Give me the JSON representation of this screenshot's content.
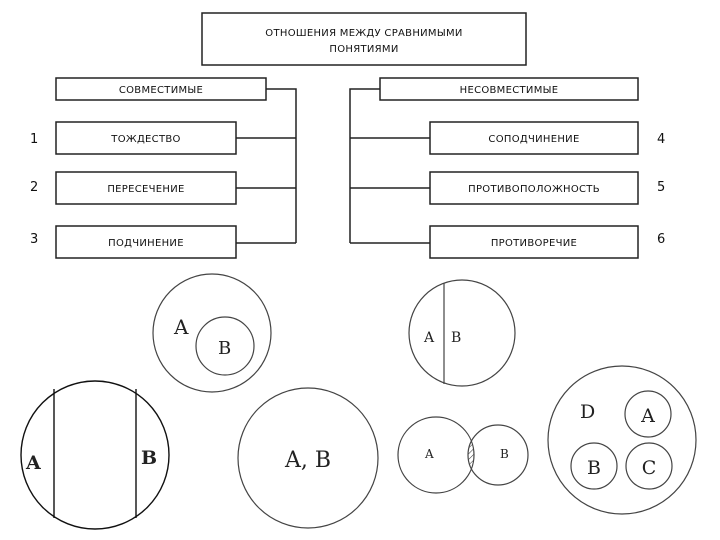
{
  "title": [
    "ОТНОШЕНИЯ МЕЖДУ СРАВНИМЫМИ",
    "ПОНЯТИЯМИ"
  ],
  "compatible": {
    "header": "СОВМЕСТИМЫЕ",
    "items": [
      {
        "num": "1",
        "label": "ТОЖДЕСТВО"
      },
      {
        "num": "2",
        "label": "ПЕРЕСЕЧЕНИЕ"
      },
      {
        "num": "3",
        "label": "ПОДЧИНЕНИЕ"
      }
    ]
  },
  "incompatible": {
    "header": "НЕСОВМЕСТИМЫЕ",
    "items": [
      {
        "num": "4",
        "label": "СОПОДЧИНЕНИЕ"
      },
      {
        "num": "5",
        "label": "ПРОТИВОПОЛОЖНОСТЬ"
      },
      {
        "num": "6",
        "label": "ПРОТИВОРЕЧИЕ"
      }
    ]
  },
  "diagrams": {
    "subordination": {
      "outer": "A",
      "inner": "B"
    },
    "contradiction": {
      "left": "A",
      "right": "B"
    },
    "opposition": {
      "left": "A",
      "right": "B"
    },
    "identity": {
      "label": "A, B"
    },
    "intersection": {
      "left": "A",
      "right": "B"
    },
    "coordination": {
      "outer": "D",
      "a": "A",
      "b": "B",
      "c": "C"
    }
  }
}
